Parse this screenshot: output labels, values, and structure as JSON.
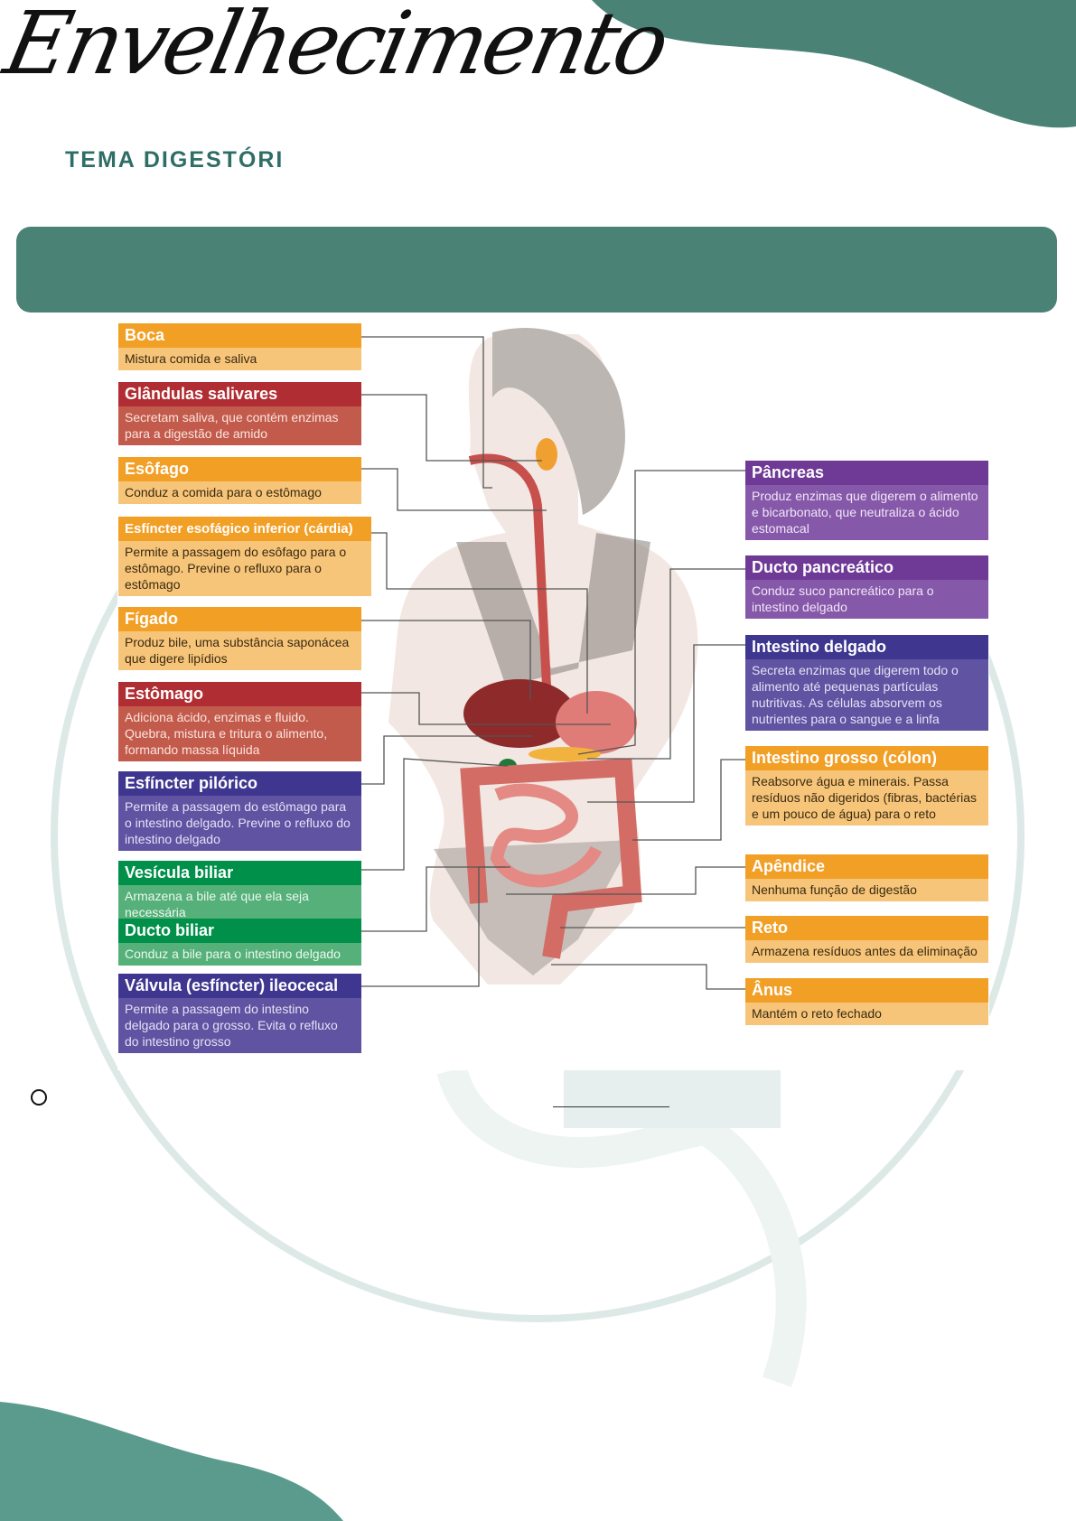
{
  "header": {
    "title": "Envelhecimento",
    "subtitle": "TEMA DIGESTÓRI"
  },
  "colors": {
    "teal": "#4a8276",
    "orange": "#f29f26",
    "red": "#b02e33",
    "blue": "#3f378f",
    "green": "#00904a",
    "purple": "#6e3a96"
  },
  "diagram": {
    "left": [
      {
        "title": "Boca",
        "text": "Mistura comida e saliva",
        "theme": "orange"
      },
      {
        "title": "Glândulas salivares",
        "text": "Secretam saliva, que contém enzimas para a digestão de amido",
        "theme": "red"
      },
      {
        "title": "Esôfago",
        "text": "Conduz a comida para o estômago",
        "theme": "orange"
      },
      {
        "title": "Esfíncter esofágico inferior (cárdia)",
        "text": "Permite a passagem do esôfago para o estômago. Previne o refluxo para o estômago",
        "theme": "orange"
      },
      {
        "title": "Fígado",
        "text": "Produz bile, uma substância saponácea que digere lipídios",
        "theme": "orange"
      },
      {
        "title": "Estômago",
        "text": "Adiciona ácido, enzimas e fluido. Quebra, mistura e tritura o alimento, formando massa líquida",
        "theme": "red"
      },
      {
        "title": "Esfíncter pilórico",
        "text": "Permite a passagem do estômago para o intestino delgado. Previne o refluxo do intestino delgado",
        "theme": "blue"
      },
      {
        "title": "Vesícula biliar",
        "text": "Armazena a bile até que ela seja necessária",
        "theme": "green"
      },
      {
        "title": "Ducto biliar",
        "text": "Conduz a bile para o intestino delgado",
        "theme": "green"
      },
      {
        "title": "Válvula (esfíncter) ileocecal",
        "text": "Permite a passagem do intestino delgado para o grosso. Evita o refluxo do intestino grosso",
        "theme": "blue"
      }
    ],
    "right": [
      {
        "title": "Pâncreas",
        "text": "Produz enzimas que digerem o alimento e bicarbonato, que neutraliza o ácido estomacal",
        "theme": "purple"
      },
      {
        "title": "Ducto pancreático",
        "text": "Conduz suco pancreático para o intestino delgado",
        "theme": "purple"
      },
      {
        "title": "Intestino delgado",
        "text": "Secreta enzimas que digerem todo o alimento até pequenas partículas nutritivas. As células absorvem os nutrientes para o sangue e a linfa",
        "theme": "blue"
      },
      {
        "title": "Intestino grosso (cólon)",
        "text": "Reabsorve água e minerais. Passa resíduos não digeridos (fibras, bactérias e um pouco de água) para o reto",
        "theme": "orange"
      },
      {
        "title": "Apêndice",
        "text": "Nenhuma função de digestão",
        "theme": "orange"
      },
      {
        "title": "Reto",
        "text": "Armazena resíduos antes da eliminação",
        "theme": "orange"
      },
      {
        "title": "Ânus",
        "text": "Mantém o reto fechado",
        "theme": "orange"
      }
    ]
  }
}
